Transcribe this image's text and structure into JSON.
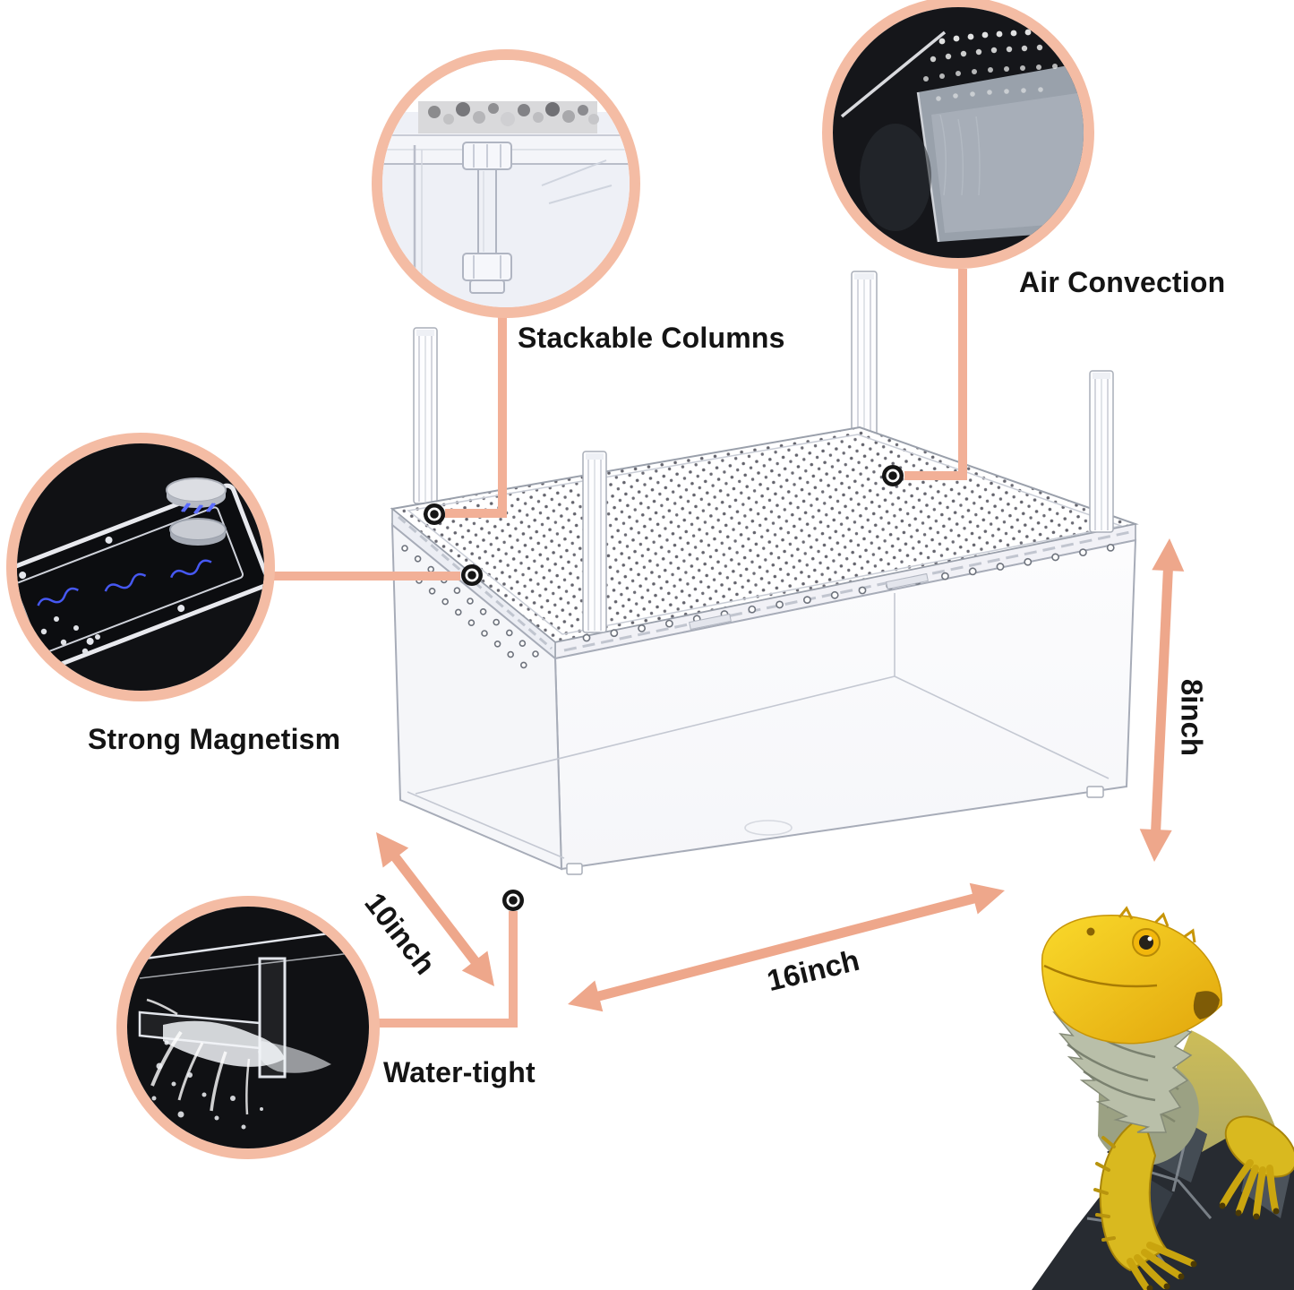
{
  "callouts": {
    "stackable": {
      "label": "Stackable Columns"
    },
    "air": {
      "label": "Air Convection"
    },
    "magnet": {
      "label": "Strong Magnetism"
    },
    "water": {
      "label": "Water-tight"
    }
  },
  "dimensions": {
    "length": "16inch",
    "depth": "10inch",
    "height": "8inch"
  },
  "colors": {
    "ring": "#f4bca4",
    "leader": "#f2b097",
    "arrow": "#eea78b",
    "text": "#141414",
    "line_art": "#9aa0ab",
    "lizard_yellow": "#e9bd16",
    "rock_gray": "#272b31"
  }
}
